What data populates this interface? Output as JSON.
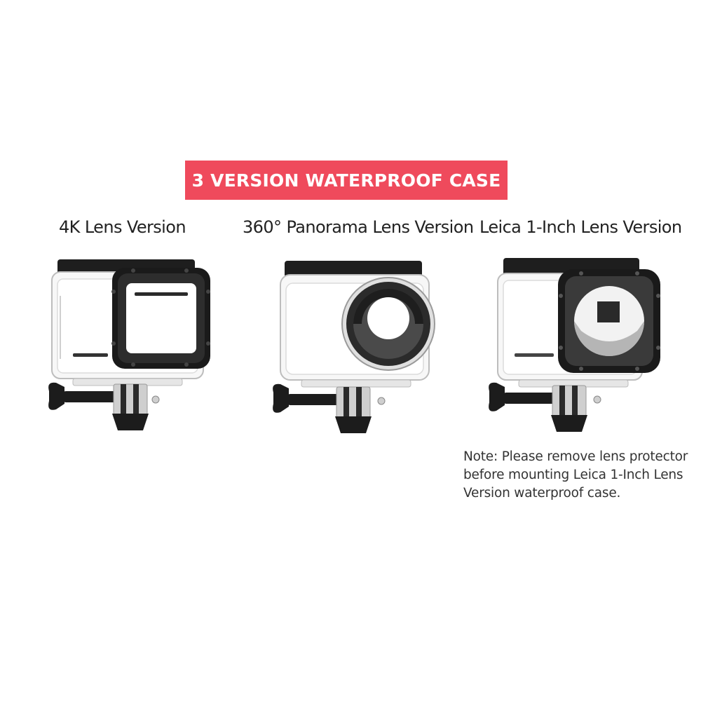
{
  "banner": {
    "title": "3 VERSION WATERPROOF CASE",
    "color": "#ef4a5c"
  },
  "versions": [
    {
      "label": "4K Lens Version",
      "image": "waterproof-case-4k-lens"
    },
    {
      "label": "360° Panorama Lens Version",
      "image": "waterproof-case-360-panorama-lens"
    },
    {
      "label": "Leica 1-Inch Lens Version",
      "image": "waterproof-case-leica-1-inch-lens"
    }
  ],
  "note": {
    "lines": [
      "Note: Please remove lens protector",
      "before mounting Leica 1-Inch Lens",
      "Version waterproof case."
    ]
  }
}
